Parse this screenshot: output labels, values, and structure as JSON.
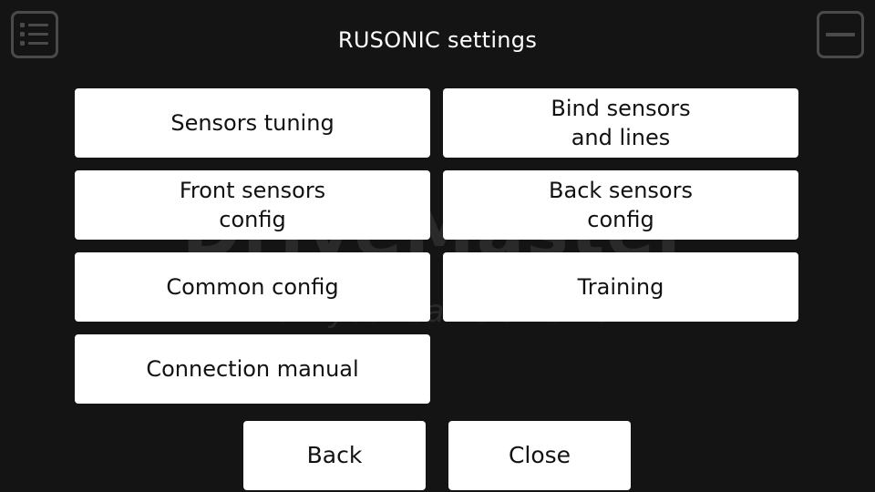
{
  "watermark": {
    "logo": "DriveMaster",
    "tagline": "Now your car is smarter"
  },
  "header": {
    "title": "RUSONIC settings",
    "menu_icon": "list-menu-icon",
    "minimize_icon": "minimize-icon"
  },
  "menu": {
    "items": [
      {
        "label": "Sensors tuning"
      },
      {
        "label": "Bind sensors\nand lines"
      },
      {
        "label": "Front sensors\nconfig"
      },
      {
        "label": "Back sensors\nconfig"
      },
      {
        "label": "Common config"
      },
      {
        "label": "Training"
      },
      {
        "label": "Connection manual"
      }
    ]
  },
  "footer": {
    "back_label": "Back",
    "close_label": "Close"
  },
  "colors": {
    "background": "#141414",
    "tile": "#ffffff",
    "tile_text": "#111111",
    "icon_outline": "#4a4a4a"
  }
}
